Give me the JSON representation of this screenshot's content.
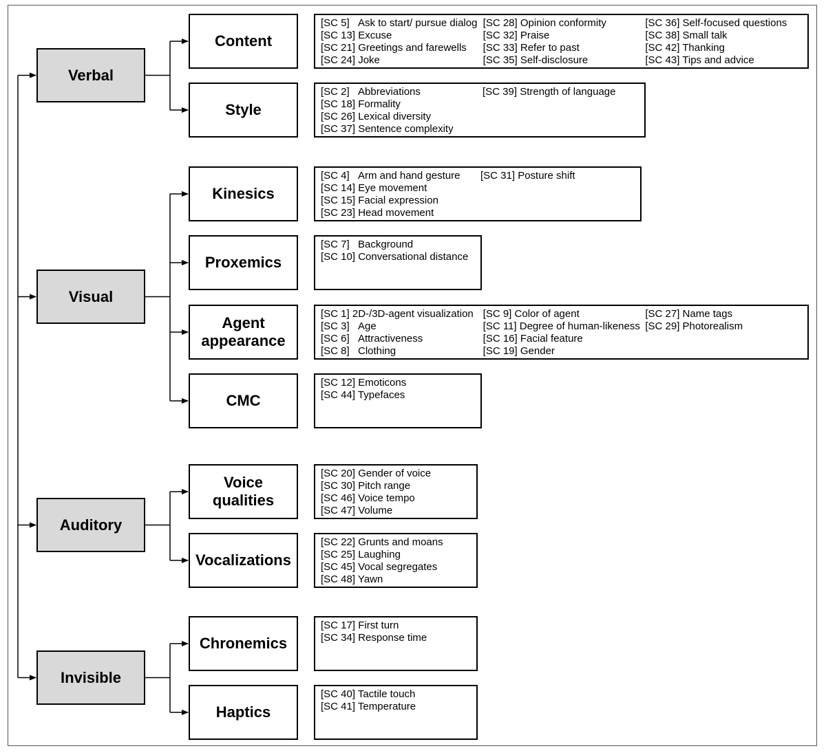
{
  "colors": {
    "category_fill": "#d9d9d9",
    "line": "#000000",
    "frame": "#555555"
  },
  "categories": [
    {
      "name": "Verbal",
      "subcategories": [
        {
          "name": "Content",
          "columns": [
            [
              {
                "code": "[SC 5]",
                "label": "Ask to start/ pursue dialog"
              },
              {
                "code": "[SC 13]",
                "label": "Excuse"
              },
              {
                "code": "[SC 21]",
                "label": "Greetings and farewells"
              },
              {
                "code": "[SC 24]",
                "label": "Joke"
              }
            ],
            [
              {
                "code": "[SC 28]",
                "label": "Opinion conformity"
              },
              {
                "code": "[SC 32]",
                "label": "Praise"
              },
              {
                "code": "[SC 33]",
                "label": "Refer to past"
              },
              {
                "code": "[SC 35]",
                "label": "Self-disclosure"
              }
            ],
            [
              {
                "code": "[SC 36]",
                "label": "Self-focused questions"
              },
              {
                "code": "[SC 38]",
                "label": "Small talk"
              },
              {
                "code": "[SC 42]",
                "label": "Thanking"
              },
              {
                "code": "[SC 43]",
                "label": "Tips and advice"
              }
            ]
          ]
        },
        {
          "name": "Style",
          "columns": [
            [
              {
                "code": "[SC 2]",
                "label": "Abbreviations"
              },
              {
                "code": "[SC 18]",
                "label": "Formality"
              },
              {
                "code": "[SC 26]",
                "label": "Lexical diversity"
              },
              {
                "code": "[SC 37]",
                "label": "Sentence complexity"
              }
            ],
            [
              {
                "code": "[SC 39]",
                "label": "Strength of language"
              }
            ]
          ]
        }
      ]
    },
    {
      "name": "Visual",
      "subcategories": [
        {
          "name": "Kinesics",
          "columns": [
            [
              {
                "code": "[SC 4]",
                "label": "Arm and hand gesture"
              },
              {
                "code": "[SC 14]",
                "label": "Eye movement"
              },
              {
                "code": "[SC 15]",
                "label": "Facial expression"
              },
              {
                "code": "[SC 23]",
                "label": "Head movement"
              }
            ],
            [
              {
                "code": "[SC 31]",
                "label": "Posture shift"
              }
            ]
          ]
        },
        {
          "name": "Proxemics",
          "columns": [
            [
              {
                "code": "[SC 7]",
                "label": "Background"
              },
              {
                "code": "[SC 10]",
                "label": "Conversational distance"
              }
            ]
          ]
        },
        {
          "name": "Agent\nappearance",
          "columns": [
            [
              {
                "code": "[SC 1]",
                "label": "2D-/3D-agent visualization"
              },
              {
                "code": "[SC 3]",
                "label": "Age"
              },
              {
                "code": "[SC 6]",
                "label": "Attractiveness"
              },
              {
                "code": "[SC 8]",
                "label": "Clothing"
              }
            ],
            [
              {
                "code": "[SC 9]",
                "label": "Color of agent"
              },
              {
                "code": "[SC 11]",
                "label": "Degree of human-likeness"
              },
              {
                "code": "[SC 16]",
                "label": "Facial feature"
              },
              {
                "code": "[SC 19]",
                "label": "Gender"
              }
            ],
            [
              {
                "code": "[SC 27]",
                "label": "Name tags"
              },
              {
                "code": "[SC 29]",
                "label": "Photorealism"
              }
            ]
          ]
        },
        {
          "name": "CMC",
          "columns": [
            [
              {
                "code": "[SC 12]",
                "label": "Emoticons"
              },
              {
                "code": "[SC 44]",
                "label": "Typefaces"
              }
            ]
          ]
        }
      ]
    },
    {
      "name": "Auditory",
      "subcategories": [
        {
          "name": "Voice\nqualities",
          "columns": [
            [
              {
                "code": "[SC 20]",
                "label": "Gender of voice"
              },
              {
                "code": "[SC 30]",
                "label": "Pitch range"
              },
              {
                "code": "[SC 46]",
                "label": "Voice tempo"
              },
              {
                "code": "[SC 47]",
                "label": "Volume"
              }
            ]
          ]
        },
        {
          "name": "Vocalizations",
          "columns": [
            [
              {
                "code": "[SC 22]",
                "label": "Grunts and moans"
              },
              {
                "code": "[SC 25]",
                "label": "Laughing"
              },
              {
                "code": "[SC 45]",
                "label": "Vocal segregates"
              },
              {
                "code": "[SC 48]",
                "label": "Yawn"
              }
            ]
          ]
        }
      ]
    },
    {
      "name": "Invisible",
      "subcategories": [
        {
          "name": "Chronemics",
          "columns": [
            [
              {
                "code": "[SC 17]",
                "label": "First turn"
              },
              {
                "code": "[SC 34]",
                "label": "Response time"
              }
            ]
          ]
        },
        {
          "name": "Haptics",
          "columns": [
            [
              {
                "code": "[SC 40]",
                "label": "Tactile touch"
              },
              {
                "code": "[SC 41]",
                "label": "Temperature"
              }
            ]
          ]
        }
      ]
    }
  ]
}
